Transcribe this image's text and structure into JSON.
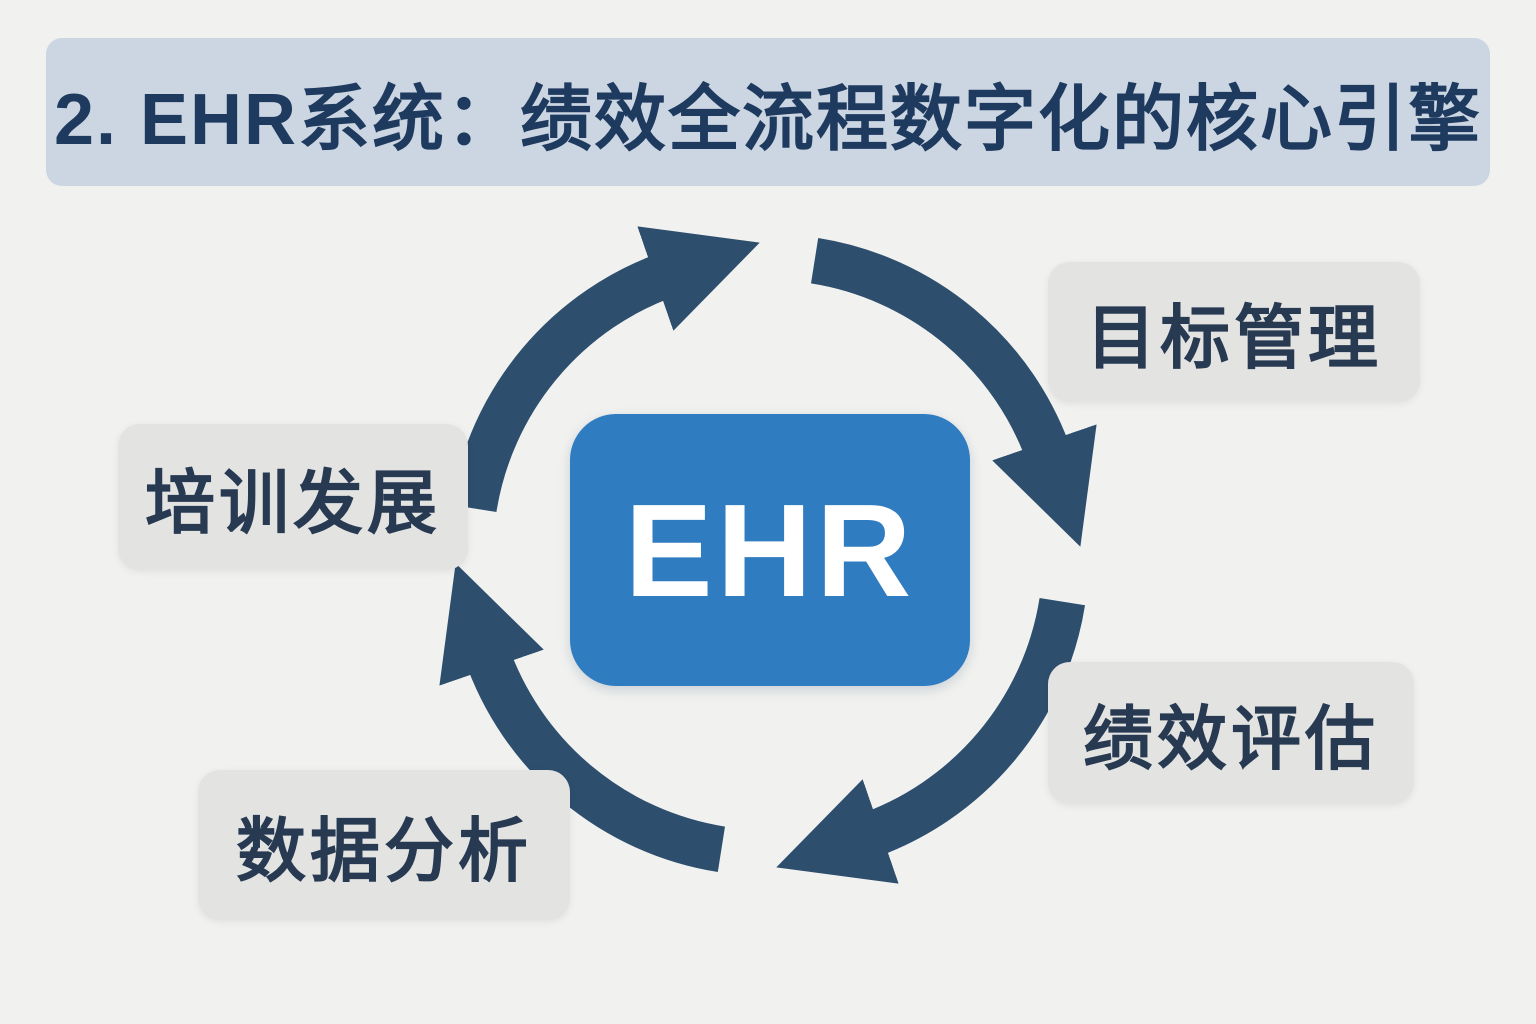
{
  "title": "2. EHR系统：绩效全流程数字化的核心引擎",
  "center": {
    "label": "EHR"
  },
  "nodes": [
    {
      "id": "goal-management",
      "label": "目标管理",
      "position": "top-right"
    },
    {
      "id": "performance-evaluation",
      "label": "绩效评估",
      "position": "bottom-right"
    },
    {
      "id": "data-analysis",
      "label": "数据分析",
      "position": "bottom-left"
    },
    {
      "id": "training-development",
      "label": "培训发展",
      "position": "left"
    }
  ],
  "cycle": {
    "direction": "clockwise",
    "segments": 4
  },
  "colors": {
    "page-bg": "#f1f2f0",
    "title-bg": "#ccd6e2",
    "title-text": "#1e3a5f",
    "arrow": "#2e4e6e",
    "center-bg": "#2f7cc1",
    "center-text": "#ffffff",
    "node-bg": "#e3e4e2",
    "node-text": "#273a52"
  }
}
